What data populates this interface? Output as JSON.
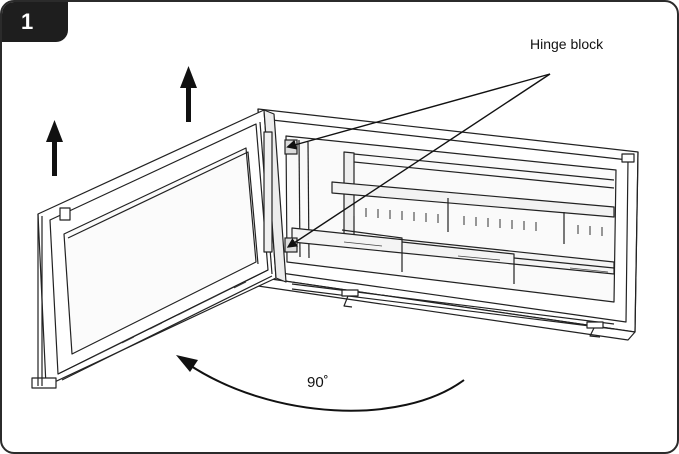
{
  "step": {
    "number": "1"
  },
  "callout": {
    "label": "Hinge block"
  },
  "rotation": {
    "angle_label": "90˚"
  },
  "icons": {
    "lift_arrows": "up-arrow-icon",
    "rotation_arrow": "curved-arrow-icon",
    "leader_lines": "leader-line"
  }
}
